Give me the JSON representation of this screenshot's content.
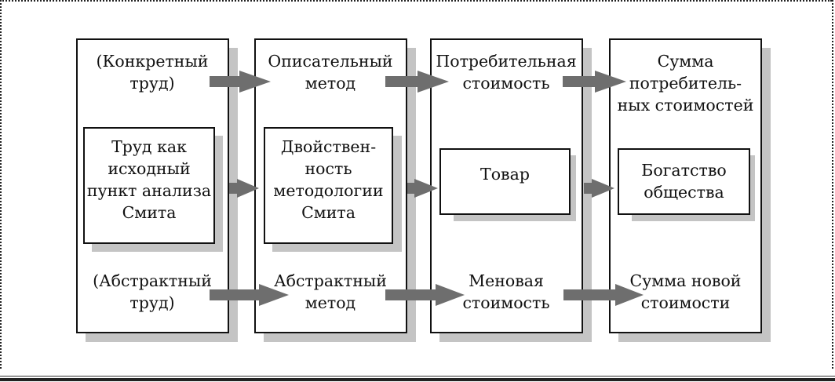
{
  "diagram": {
    "columns": [
      {
        "id": "labor",
        "top": "(Конкретный\nтруд)",
        "middle": "Труд как\nисходный\nпункт анализа\nСмита",
        "bottom": "(Абстрактный\nтруд)"
      },
      {
        "id": "method",
        "top": "Описательный\nметод",
        "middle": "Двойствен-\nность\nметодологии\nСмита",
        "bottom": "Абстрактный\nметод"
      },
      {
        "id": "value",
        "top": "Потребительная\nстоимость",
        "middle": "Товар",
        "bottom": "Меновая\nстоимость"
      },
      {
        "id": "wealth",
        "top": "Сумма\nпотребитель-\nных стоимостей",
        "middle": "Богатство\nобщества",
        "bottom": "Сумма новой\nстоимости"
      }
    ],
    "arrows": [
      {
        "from": "labor.top",
        "to": "method.top"
      },
      {
        "from": "method.top",
        "to": "value.top"
      },
      {
        "from": "value.top",
        "to": "wealth.top"
      },
      {
        "from": "labor.middle",
        "to": "method.middle"
      },
      {
        "from": "method.middle",
        "to": "value.middle"
      },
      {
        "from": "value.middle",
        "to": "wealth.middle"
      },
      {
        "from": "labor.bottom",
        "to": "method.bottom"
      },
      {
        "from": "method.bottom",
        "to": "value.bottom"
      },
      {
        "from": "value.bottom",
        "to": "wealth.bottom"
      }
    ],
    "colors": {
      "border": "#111111",
      "shadow": "#c4c4c4",
      "arrow": "#6e6e6e"
    }
  }
}
